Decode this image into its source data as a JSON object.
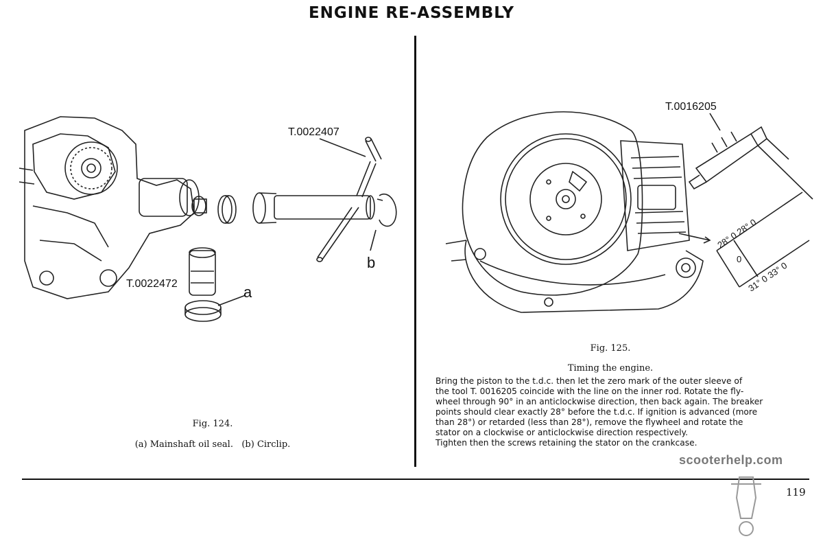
{
  "page": {
    "title": "ENGINE RE-ASSEMBLY",
    "page_number": "119",
    "watermark": "scooterhelp.com"
  },
  "left_figure": {
    "tool_label_1": "T.0022407",
    "tool_label_2": "T.0022472",
    "part_a": "a",
    "part_b": "b",
    "fig_number": "Fig. 124.",
    "caption": "(a) Mainshaft oil seal.   (b) Circlip."
  },
  "right_figure": {
    "tool_label": "T.0016205",
    "scale_top": "28° 0  28° 0",
    "scale_zero": "0",
    "scale_bottom": "31° 0  33° 0",
    "fig_number": "Fig. 125.",
    "caption": "Timing the engine.",
    "body_lines": [
      "Bring the piston to the t.d.c. then let the zero mark of the outer sleeve of",
      "the tool T. 0016205 coincide with the line on the inner rod.  Rotate the fly-",
      "wheel through 90° in an anticlockwise direction, then back again.  The breaker",
      "points should clear exactly 28° before the t.d.c.   If ignition is advanced (more",
      "than 28°) or retarded (less than 28°), remove the flywheel and rotate the",
      "stator on a clockwise or anticlockwise direction respectively.",
      "Tighten then the screws retaining the stator on the crankcase."
    ]
  }
}
